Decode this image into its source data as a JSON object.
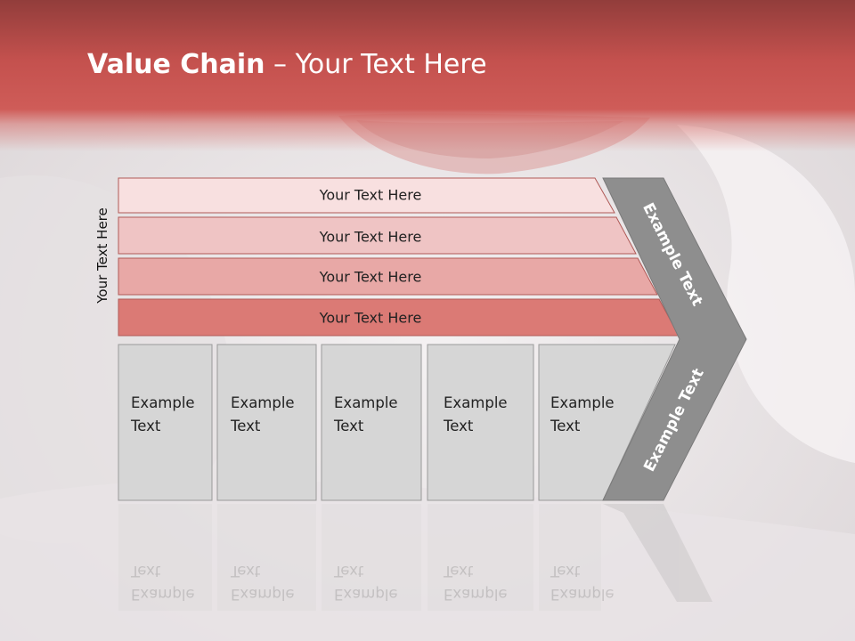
{
  "slide": {
    "title_bold": "Value Chain",
    "title_rest": " – Your Text Here",
    "vertical_label": "Your Text Here"
  },
  "bands": [
    {
      "label": "Your Text Here",
      "color": "#f8e0e0"
    },
    {
      "label": "Your Text Here",
      "color": "#efc4c4"
    },
    {
      "label": "Your Text Here",
      "color": "#e8a8a6"
    },
    {
      "label": "Your Text Here",
      "color": "#db7a75"
    }
  ],
  "boxes": [
    {
      "line1": "Example",
      "line2": "Text"
    },
    {
      "line1": "Example",
      "line2": "Text"
    },
    {
      "line1": "Example",
      "line2": "Text"
    },
    {
      "line1": "Example",
      "line2": "Text"
    },
    {
      "line1": "Example",
      "line2": "Text"
    }
  ],
  "chevron": {
    "upper_label": "Example Text",
    "lower_label": "Example Text",
    "color": "#8e8e8e"
  },
  "colors": {
    "header": "#c4514e",
    "box_fill": "#d6d6d6",
    "box_stroke": "#9a9a9a"
  }
}
